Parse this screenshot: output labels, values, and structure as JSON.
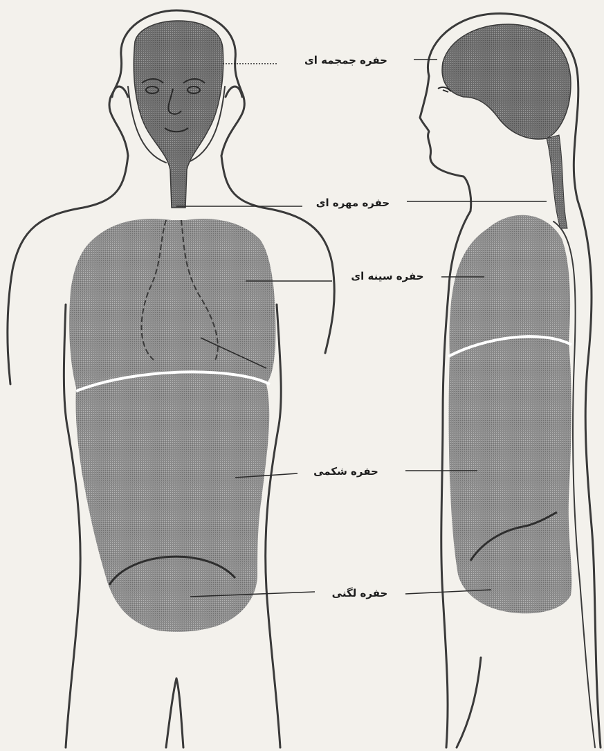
{
  "labels": {
    "cranial": "حفره جمجمه ای",
    "vertebral": "حفره مهره ای",
    "thoracic": "حفره سینه ای",
    "abdominal": "حفره شکمی",
    "pelvic": "حفره لگنی"
  },
  "colors": {
    "paper": "#f3f1ec",
    "outline": "#3a3a3a",
    "cavity_fill": "#8e8e8e",
    "cranial_fill": "#6f6f6f",
    "divider": "#ffffff"
  }
}
